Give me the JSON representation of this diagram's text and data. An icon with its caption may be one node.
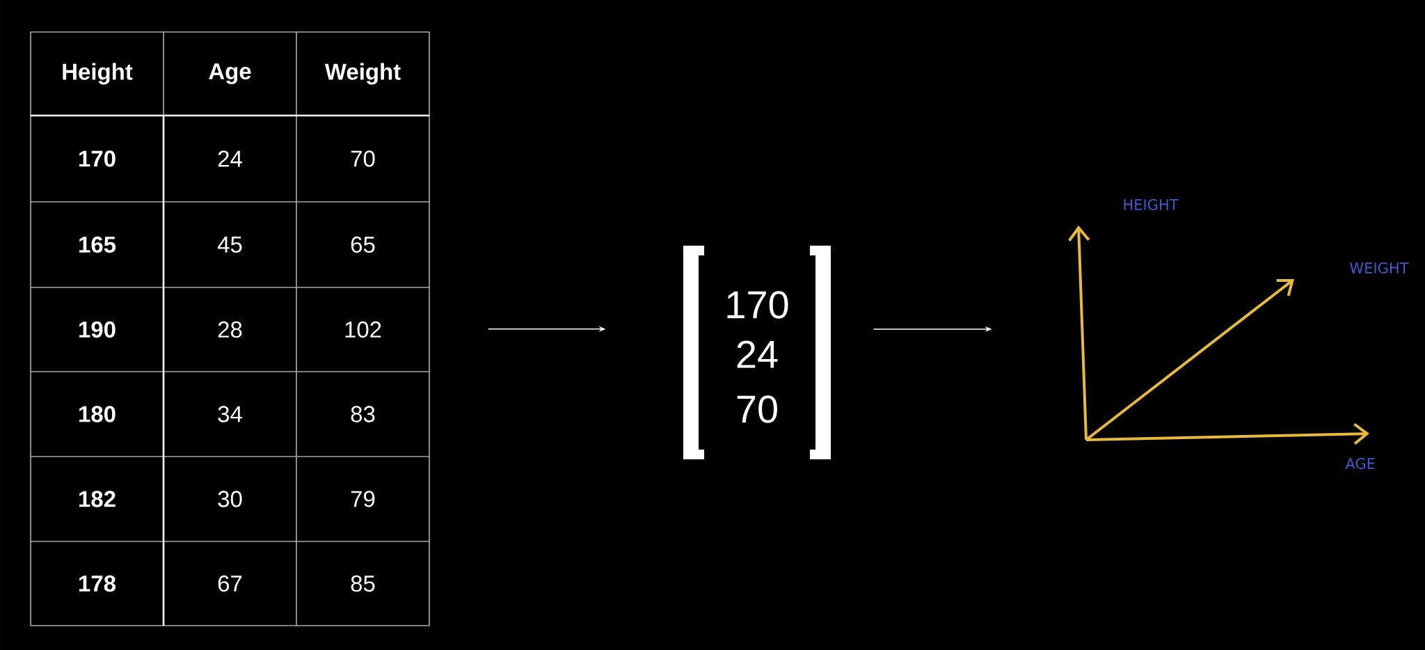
{
  "diagram": {
    "nodes": [
      {
        "text": [
          "Height",
          "Age",
          "Weight",
          "170",
          "24",
          "70",
          "165",
          "45",
          "65",
          "190",
          "28",
          "102",
          "180",
          "34",
          "83",
          "182",
          "30",
          "79",
          "178",
          "67",
          "85"
        ]
      },
      {
        "text": [
          "170",
          "24",
          "70"
        ]
      },
      {
        "text": [
          "HEIGHT",
          "WEIGHT",
          "AGE"
        ]
      }
    ],
    "edges": [
      {
        "from": 0,
        "to": 1,
        "arrow": "to"
      },
      {
        "from": 1,
        "to": 2,
        "arrow": "to"
      }
    ]
  }
}
